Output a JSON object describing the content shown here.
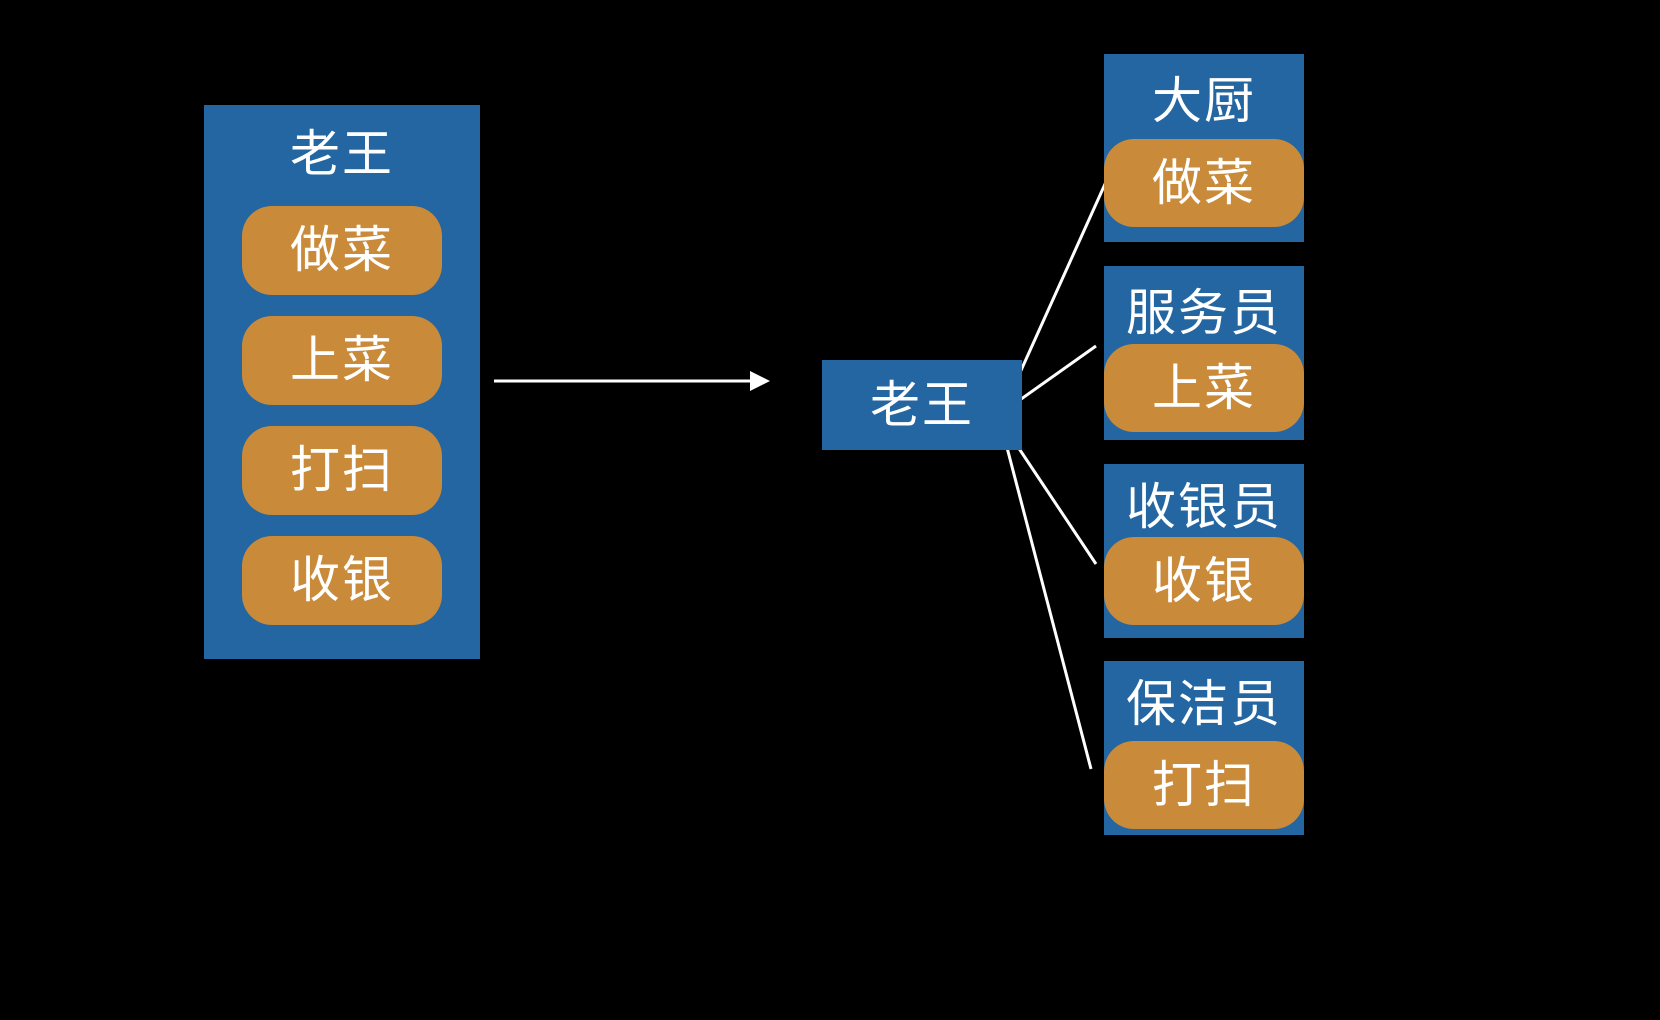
{
  "before": {
    "title": "老王",
    "duties": [
      "做菜",
      "上菜",
      "打扫",
      "收银"
    ]
  },
  "after": {
    "center": "老王",
    "roles": [
      {
        "title": "大厨",
        "duty": "做菜"
      },
      {
        "title": "服务员",
        "duty": "上菜"
      },
      {
        "title": "收银员",
        "duty": "收银"
      },
      {
        "title": "保洁员",
        "duty": "打扫"
      }
    ]
  },
  "colors": {
    "background": "#000000",
    "box": "#2466a2",
    "pill": "#c98a3a",
    "text": "#ffffff",
    "line": "#ffffff"
  }
}
